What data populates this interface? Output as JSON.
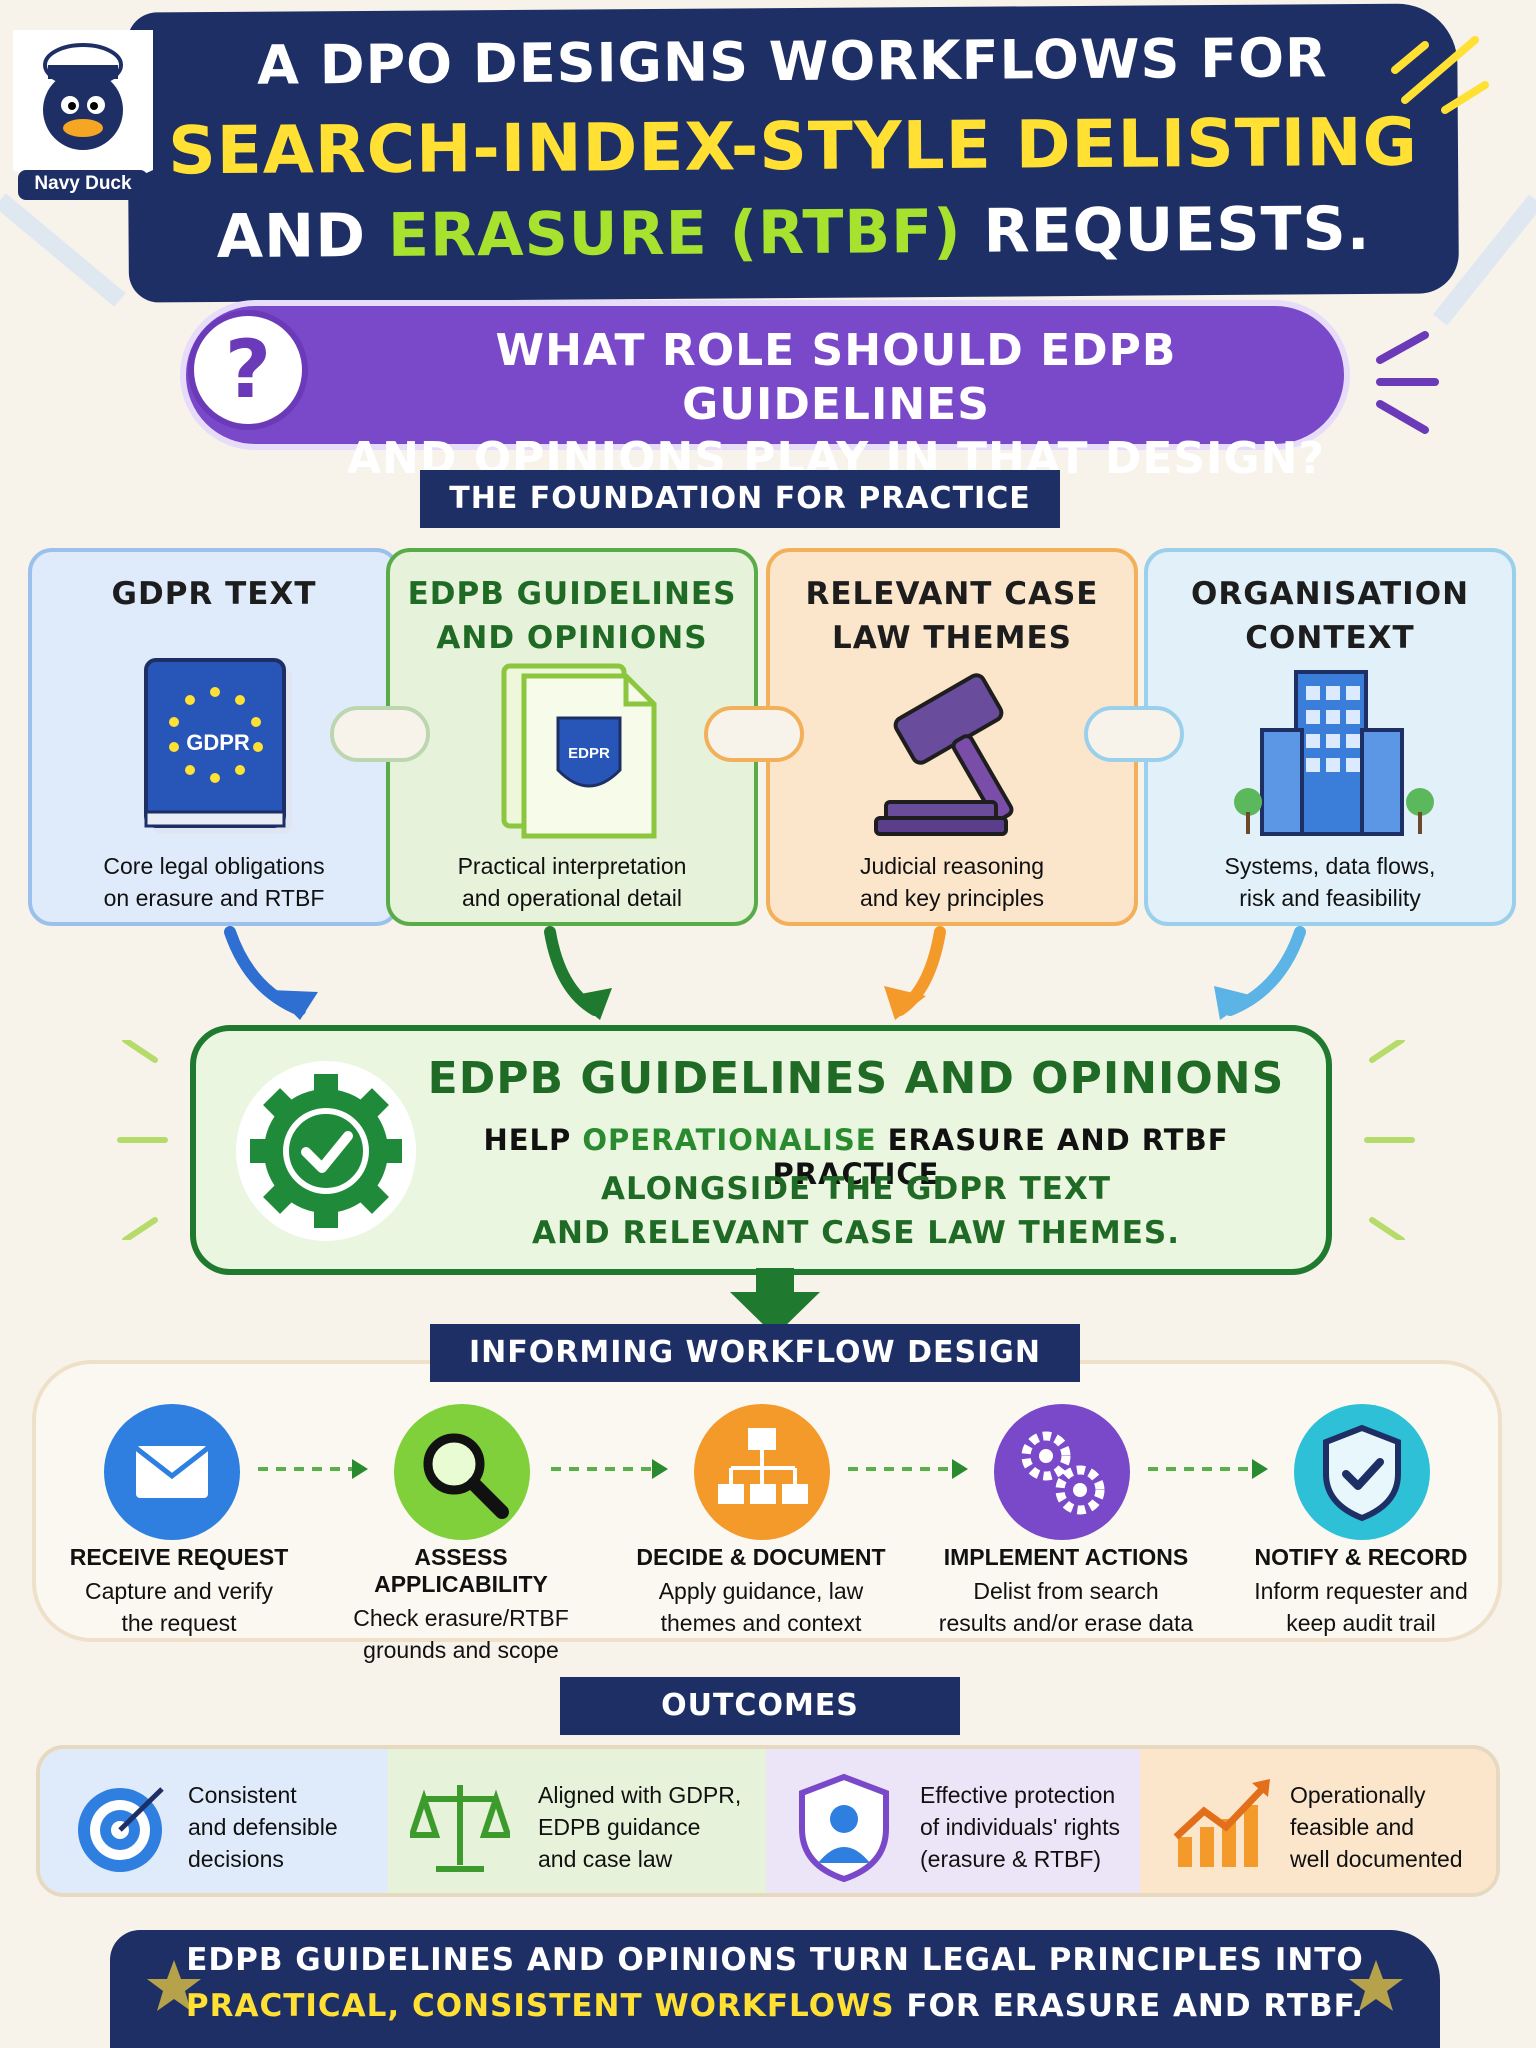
{
  "header": {
    "logo_label": "Navy Duck",
    "line1": "A DPO designs workflows for",
    "line2": "Search-index-style delisting",
    "line3_a": "and ",
    "line3_b": "erasure (RTBF)",
    "line3_c": " requests."
  },
  "question": {
    "mark": "?",
    "line1": "What role should EDPB guidelines",
    "line2": "and opinions play in that design?"
  },
  "foundation": {
    "banner": "The foundation for practice",
    "cards": [
      {
        "title": "GDPR TEXT",
        "icon_label": "GDPR",
        "desc": "Core legal obligations\non erasure and RTBF"
      },
      {
        "title": "EDPB GUIDELINES\nAND OPINIONS",
        "icon_label": "EDPR",
        "desc": "Practical interpretation\nand operational detail"
      },
      {
        "title": "RELEVANT CASE\nLAW THEMES",
        "desc": "Judicial reasoning\nand key principles"
      },
      {
        "title": "ORGANISATION\nCONTEXT",
        "desc": "Systems, data flows,\nrisk and feasibility"
      }
    ]
  },
  "center": {
    "title": "EDPB GUIDELINES AND OPINIONS",
    "line2_a": "HELP ",
    "line2_b": "OPERATIONALISE",
    "line2_c": " ERASURE AND RTBF PRACTICE",
    "line3": "ALONGSIDE THE GDPR TEXT",
    "line4": "AND RELEVANT CASE LAW THEMES."
  },
  "workflow": {
    "banner": "INFORMING WORKFLOW DESIGN",
    "steps": [
      {
        "title": "RECEIVE REQUEST",
        "desc": "Capture and verify\nthe request",
        "icon": "envelope-icon"
      },
      {
        "title": "ASSESS APPLICABILITY",
        "desc": "Check erasure/RTBF\ngrounds and scope",
        "icon": "magnifier-icon"
      },
      {
        "title": "DECIDE & DOCUMENT",
        "desc": "Apply guidance, law\nthemes and context",
        "icon": "flowchart-icon"
      },
      {
        "title": "IMPLEMENT ACTIONS",
        "desc": "Delist from search\nresults and/or erase data",
        "icon": "gears-icon"
      },
      {
        "title": "NOTIFY & RECORD",
        "desc": "Inform requester and\nkeep audit trail",
        "icon": "shield-check-icon"
      }
    ]
  },
  "outcomes": {
    "banner": "OUTCOMES",
    "items": [
      {
        "text": "Consistent\nand defensible\ndecisions",
        "icon": "target-icon"
      },
      {
        "text": "Aligned with GDPR,\nEDPB guidance\nand case law",
        "icon": "scales-icon"
      },
      {
        "text": "Effective protection\nof individuals' rights\n(erasure & RTBF)",
        "icon": "person-shield-icon"
      },
      {
        "text": "Operationally\nfeasible and\nwell documented",
        "icon": "growth-chart-icon"
      }
    ]
  },
  "footer": {
    "line1": "EDPB GUIDELINES AND OPINIONS TURN LEGAL PRINCIPLES INTO",
    "line2_a": "PRACTICAL, CONSISTENT WORKFLOWS",
    "line2_b": " FOR ERASURE AND RTBF."
  },
  "colors": {
    "navy": "#1e2f66",
    "yellow": "#ffe033",
    "lime": "#a6e22e",
    "purple": "#7a49c9",
    "green": "#1f7a2f",
    "orange": "#f39a2a",
    "blue": "#3a7ed9"
  }
}
